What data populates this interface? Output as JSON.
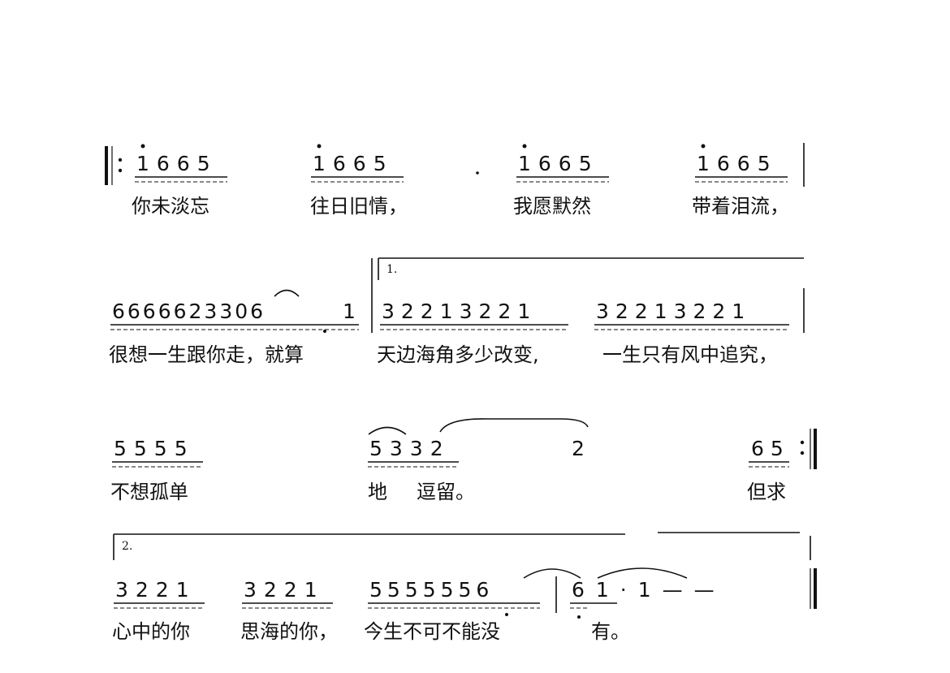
{
  "score": {
    "lines": [
      {
        "notes": [
          "1665",
          "1665",
          "1665",
          "1665"
        ],
        "lyrics": [
          "你未淡忘",
          "往日旧情，",
          "我愿默然",
          "带着泪流，"
        ]
      },
      {
        "notes": [
          "6666623306",
          "1",
          "32213221",
          "32213221"
        ],
        "volta": "1.",
        "lyrics": [
          "很想一生跟你走，就算",
          "天边海角多少改变,",
          "一生只有风中追究，"
        ]
      },
      {
        "notes": [
          "5555",
          "5332",
          "2",
          "65"
        ],
        "lyrics": [
          "不想孤单",
          "地",
          "逗留。",
          "但求"
        ]
      },
      {
        "notes": [
          "3221",
          "3221",
          "5555556",
          "61·1——"
        ],
        "volta": "2.",
        "lyrics": [
          "心中的你",
          "思海的你，",
          "今生不可不能没",
          "有。"
        ]
      }
    ]
  }
}
